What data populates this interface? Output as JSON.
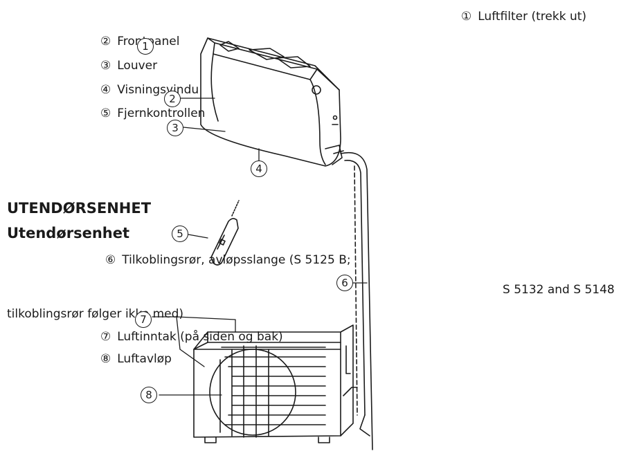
{
  "legend": {
    "item1": {
      "num": "①",
      "text": "Luftfilter (trekk ut)"
    },
    "item2": {
      "num": "②",
      "text": "Frontpanel"
    },
    "item3": {
      "num": "③",
      "text": "Louver"
    },
    "item4": {
      "num": "④",
      "text": "Visningsvindu"
    },
    "item5": {
      "num": "⑤",
      "text": "Fjernkontrollen"
    },
    "item6": {
      "num": "⑥",
      "text": "Tilkoblingsrør, avløpsslange (S 5125 B;"
    },
    "item6_cont": "S 5132 and S 5148",
    "item6_cont2": "tilkoblingsrør følger ikke med)",
    "item7": {
      "num": "⑦",
      "text": "Luftinntak (på siden og bak)"
    },
    "item8": {
      "num": "⑧",
      "text": "Luftavløp"
    }
  },
  "headings": {
    "upper": "UTENDØRSENHET",
    "lower": "Utendørsenhet"
  },
  "callouts": {
    "c1": "1",
    "c2": "2",
    "c3": "3",
    "c4": "4",
    "c5": "5",
    "c6": "6",
    "c7": "7",
    "c8": "8"
  }
}
